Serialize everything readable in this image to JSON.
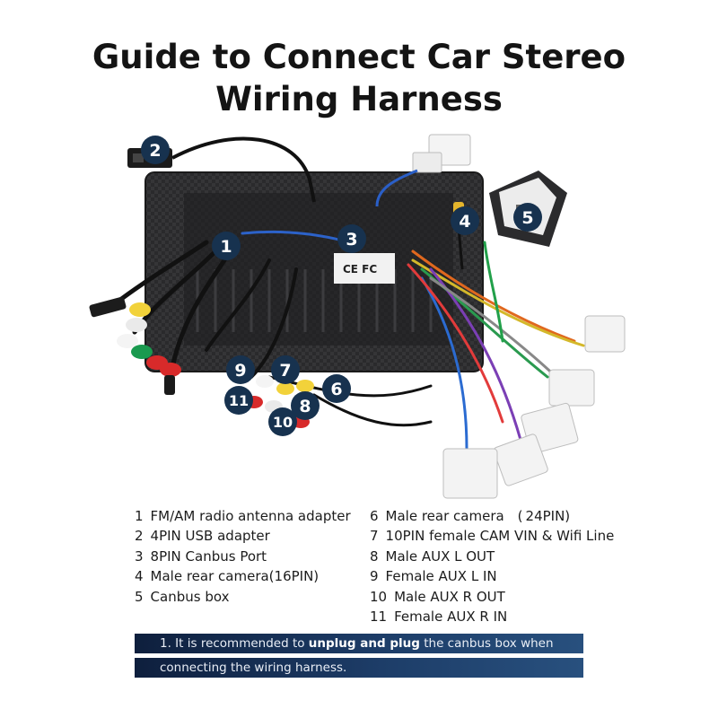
{
  "title": {
    "line1": "Guide to Connect Car Stereo",
    "line2": "Wiring Harness"
  },
  "photo": {
    "callouts": [
      "1",
      "2",
      "3",
      "4",
      "5",
      "6",
      "7",
      "8",
      "9",
      "10",
      "11"
    ],
    "cert_marks": "CE FC"
  },
  "legend": {
    "left": [
      {
        "num": "1",
        "label": "FM/AM radio antenna adapter"
      },
      {
        "num": "2",
        "label": "4PIN USB adapter"
      },
      {
        "num": "3",
        "label": "8PIN Canbus Port"
      },
      {
        "num": "4",
        "label": "Male rear camera(16PIN)"
      },
      {
        "num": "5",
        "label": "Canbus box"
      }
    ],
    "right": [
      {
        "num": "6",
        "label": "Male rear camera　( 24PIN)"
      },
      {
        "num": "7",
        "label": "10PIN female CAM VIN & Wifi Line"
      },
      {
        "num": "8",
        "label": "Male AUX L OUT"
      },
      {
        "num": "9",
        "label": "Female AUX L IN"
      },
      {
        "num": "10",
        "label": "Male AUX R OUT"
      },
      {
        "num": "11",
        "label": "Female AUX R IN"
      }
    ]
  },
  "note": {
    "line1_prefix": "1. It is recommended to ",
    "line1_bold": "unplug and plug",
    "line1_suffix": " the canbus box when",
    "line2": "connecting the wiring harness."
  },
  "colors": {
    "title": "#141414",
    "badge": "#17324f",
    "note_bar": "#1d3d68"
  }
}
